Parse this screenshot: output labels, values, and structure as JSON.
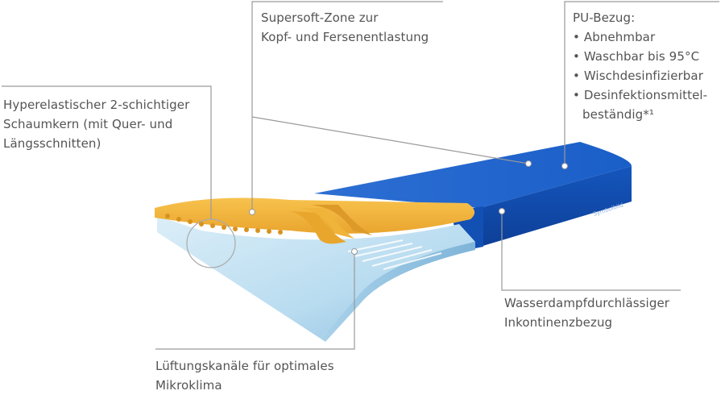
{
  "callouts": {
    "supersoft": {
      "lines": [
        "Supersoft-Zone zur",
        "Kopf- und Fersenentlastung"
      ]
    },
    "pu_cover": {
      "title": "PU-Bezug:",
      "bullets": [
        "Abnehmbar",
        "Waschbar bis 95°C",
        "Wischdesinfizierbar",
        "Desinfektionsmittel-"
      ],
      "continuation": "beständig*¹"
    },
    "core": {
      "lines": [
        "Hyperelastischer 2-schichtiger",
        "Schaumkern (mit Quer- und",
        "Längsschnitten)"
      ]
    },
    "incontinence": {
      "lines": [
        "Wasserdampfdurchlässiger",
        "Inkontinenzbezug"
      ]
    },
    "ventilation": {
      "lines": [
        "Lüftungskanäle für optimales",
        "Mikroklima"
      ]
    }
  },
  "image_note": "Symbolbild",
  "colors": {
    "cover_blue": "#1659c4",
    "cover_blue_dark": "#0f44a0",
    "foam_yellow": "#f2b33c",
    "foam_shadow": "#d4901f",
    "core_light": "#c9e3f2",
    "core_mid": "#9fcbe6",
    "leader_line": "#9a9a9a"
  }
}
